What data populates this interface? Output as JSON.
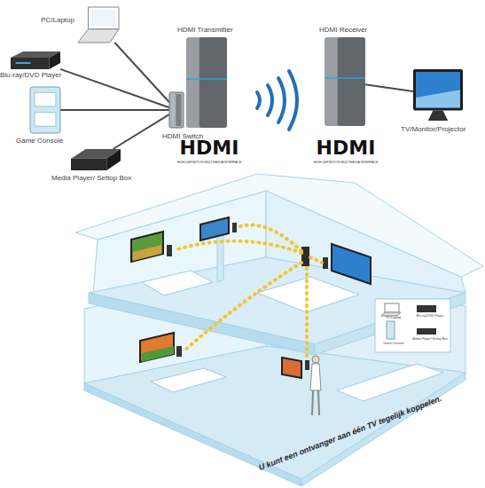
{
  "diagram": {
    "nodes": [
      {
        "text": [
          "PC/Laptop"
        ]
      },
      {
        "text": [
          "Blu-ray/DVD Player"
        ]
      },
      {
        "text": [
          "Game Console"
        ]
      },
      {
        "text": [
          "Media Player/ Settop Box"
        ]
      },
      {
        "text": [
          "HDMI Transmitter"
        ]
      },
      {
        "text": [
          "HDMI Switch"
        ]
      },
      {
        "text": [
          "HDMI Receiver"
        ]
      },
      {
        "text": [
          "TV/Monitor/Projector"
        ]
      }
    ],
    "edges": [
      {
        "from": 0,
        "to": 5,
        "arrow": "none"
      },
      {
        "from": 1,
        "to": 5,
        "arrow": "none"
      },
      {
        "from": 2,
        "to": 5,
        "arrow": "none"
      },
      {
        "from": 3,
        "to": 5,
        "arrow": "none"
      },
      {
        "from": 6,
        "to": 7,
        "arrow": "none"
      }
    ],
    "labels": [
      "HDMI",
      "HIGH-DEFINITION MULTIMEDIA INTERFACE",
      "HDMI",
      "HIGH-DEFINITION MULTIMEDIA INTERFACE",
      "PC/Laptop",
      "Blu-ray/DVD Player",
      "Game Console",
      "Media Player/ Settop Box",
      "U kunt een ontvanger aan één TV tegelijk koppelen."
    ]
  }
}
